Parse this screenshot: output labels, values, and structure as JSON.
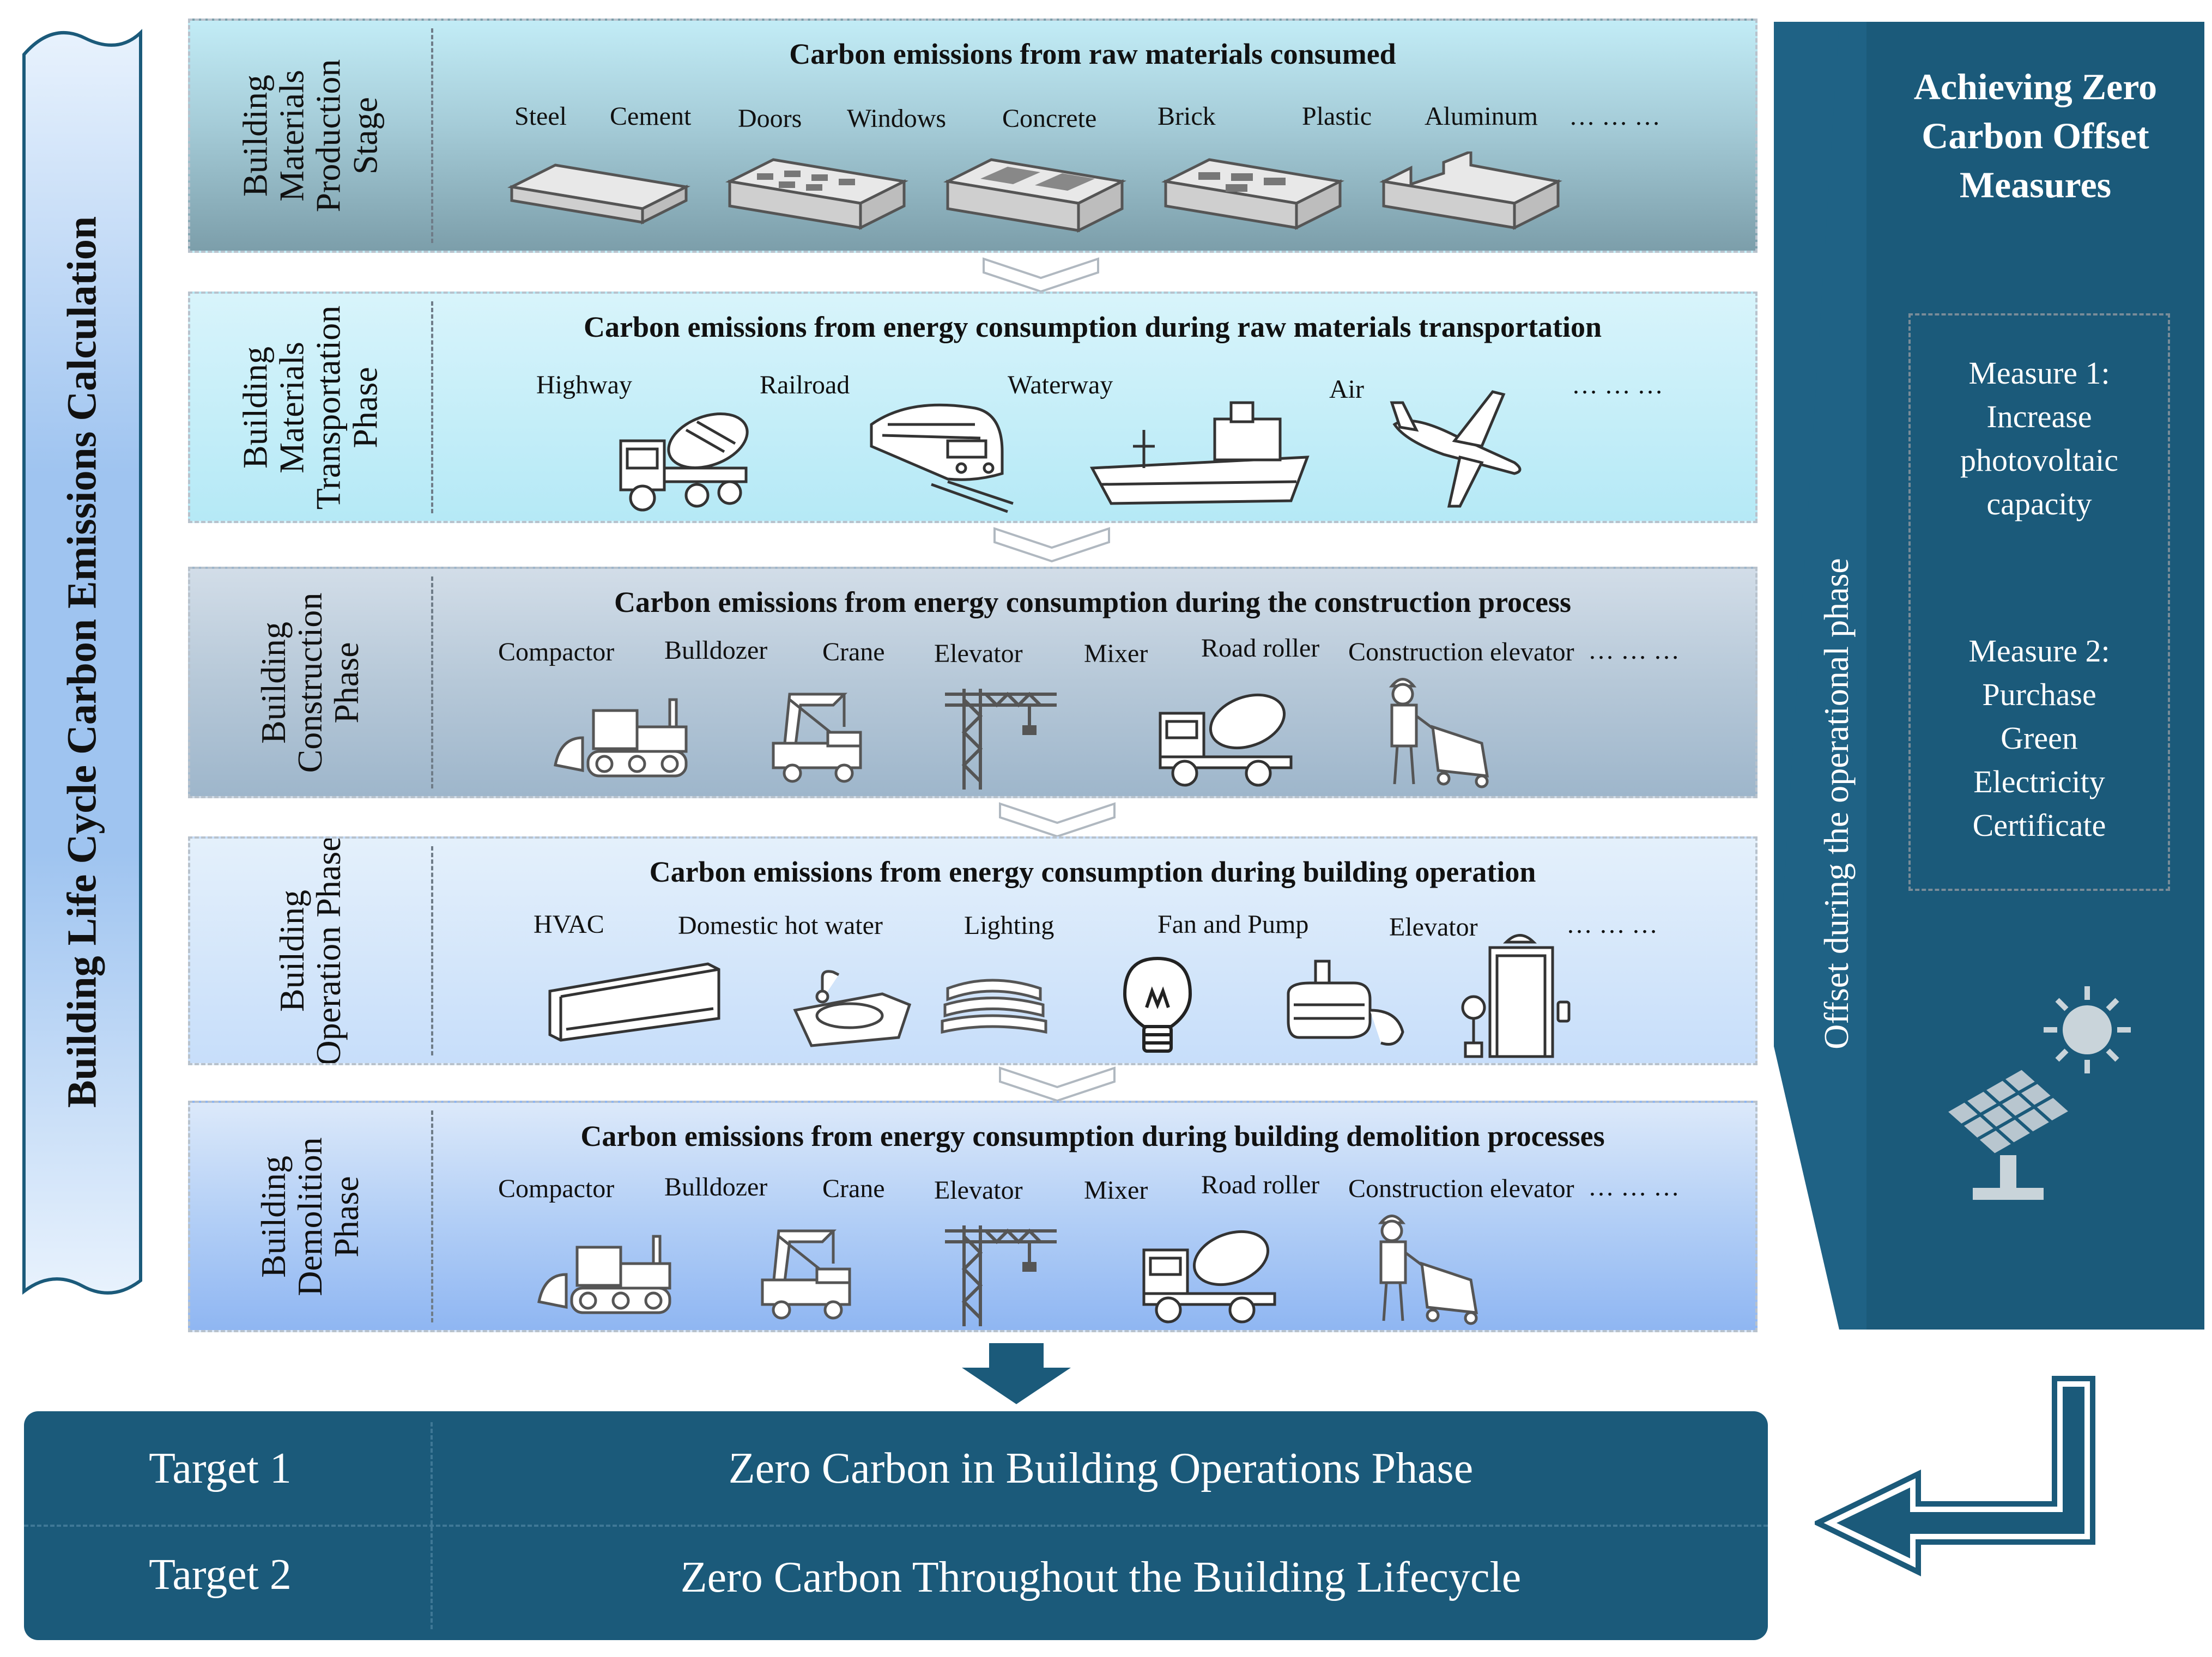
{
  "left_banner": {
    "title": "Building Life Cycle Carbon Emissions Calculation"
  },
  "phases": {
    "production": {
      "label": "Building Materials Production Stage",
      "title": "Carbon emissions from raw materials consumed",
      "items": [
        "Steel",
        "Cement",
        "Doors",
        "Windows",
        "Concrete",
        "Brick",
        "Plastic",
        "Aluminum",
        "…  …  …"
      ],
      "icons": [
        "slab-icon",
        "hollow-block-icon",
        "hollow-block-icon",
        "brick-icon",
        "channel-block-icon"
      ]
    },
    "transport": {
      "label": "Building Materials Transportation Phase",
      "title": "Carbon emissions from energy consumption during raw materials transportation",
      "items": [
        "Highway",
        "Railroad",
        "Waterway",
        "Air",
        "…  …  …"
      ],
      "icons": [
        "concrete-mixer-truck-icon",
        "train-icon",
        "ship-icon",
        "airplane-icon"
      ]
    },
    "construction": {
      "label": "Building Construction Phase",
      "title": "Carbon emissions from energy consumption during the construction process",
      "items": [
        "Compactor",
        "Bulldozer",
        "Crane",
        "Elevator",
        "Mixer",
        "Road roller",
        "Construction elevator",
        "…  …  …"
      ],
      "icons": [
        "bulldozer-icon",
        "crane-truck-icon",
        "tower-crane-icon",
        "mixer-truck-icon",
        "worker-icon"
      ]
    },
    "operation": {
      "label": "Building Operation Phase",
      "title": "Carbon emissions from energy consumption during building operation",
      "items": [
        "HVAC",
        "Domestic hot water",
        "Lighting",
        "Fan and Pump",
        "Elevator",
        "…  …  …"
      ],
      "icons": [
        "air-conditioner-icon",
        "sink-icon",
        "light-strip-icon",
        "light-bulb-icon",
        "pump-icon",
        "elevator-door-icon"
      ]
    },
    "demolition": {
      "label": "Building Demolition Phase",
      "title": "Carbon emissions from energy consumption during building demolition processes",
      "items": [
        "Compactor",
        "Bulldozer",
        "Crane",
        "Elevator",
        "Mixer",
        "Road roller",
        "Construction elevator",
        "…  …  …"
      ],
      "icons": [
        "bulldozer-icon",
        "crane-truck-icon",
        "tower-crane-icon",
        "mixer-truck-icon",
        "worker-icon"
      ]
    }
  },
  "offset": {
    "band_text": "Offset during the operational phase",
    "title_lines": [
      "Achieving Zero",
      "Carbon Offset",
      "Measures"
    ],
    "measure1_lines": [
      "Measure 1:",
      "Increase",
      "photovoltaic",
      "capacity"
    ],
    "measure2_lines": [
      "Measure 2:",
      "Purchase",
      "Green",
      "Electricity",
      "Certificate"
    ],
    "icon": "solar-panel-icon"
  },
  "targets": [
    {
      "name": "Target 1",
      "description": "Zero Carbon in Building Operations Phase"
    },
    {
      "name": "Target 2",
      "description": "Zero Carbon Throughout the Building Lifecycle"
    }
  ],
  "colors": {
    "navy": "#1b5a7a",
    "band": "#1f6285",
    "arrow": "#1b5a7a"
  }
}
